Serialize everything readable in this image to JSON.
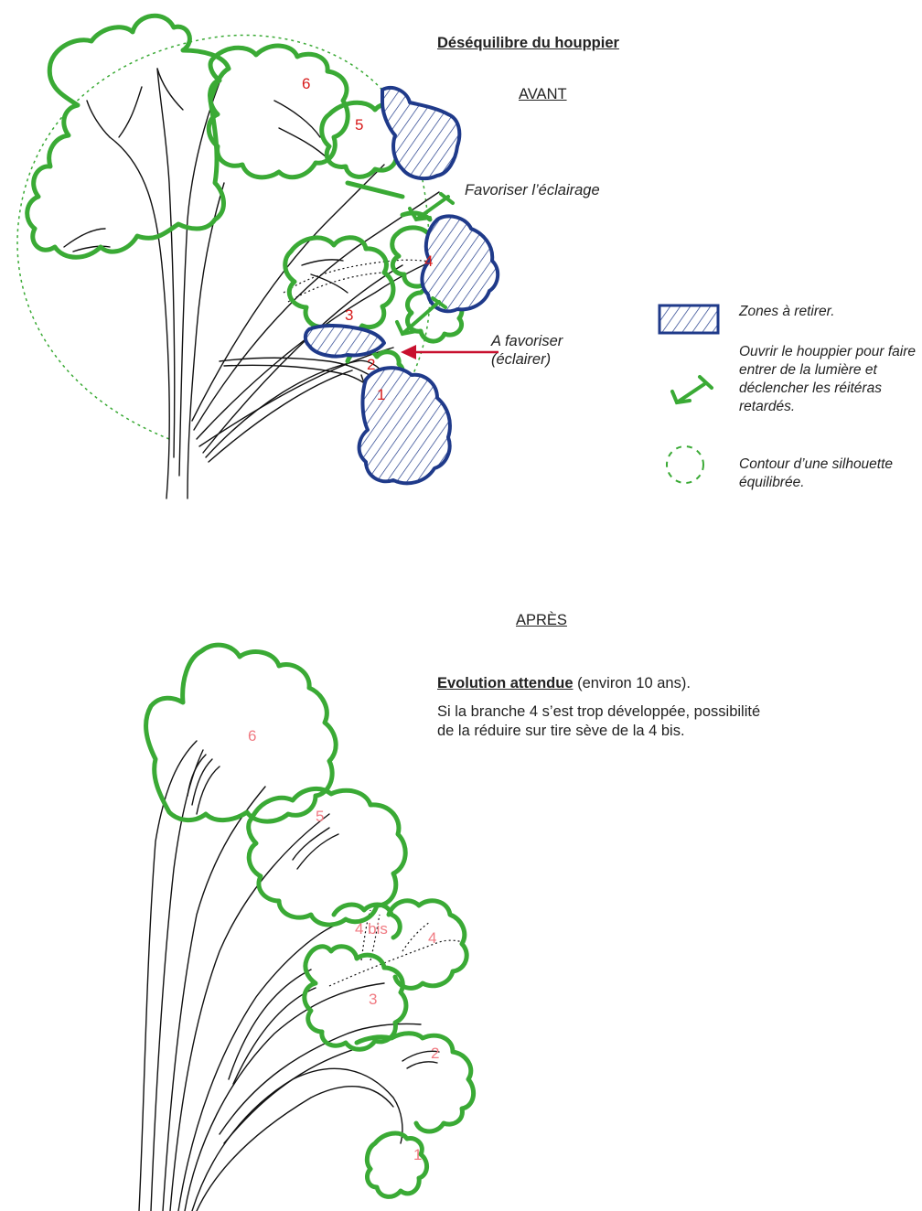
{
  "title": "Déséquilibre du houppier",
  "avant": {
    "heading": "AVANT",
    "annotation_eclairage": "Favoriser l’éclairage",
    "annotation_favoriser_1": "A favoriser",
    "annotation_favoriser_2": "(éclairer)",
    "branch_numbers": [
      "1",
      "2",
      "3",
      "4",
      "5",
      "6"
    ]
  },
  "legend": {
    "zones": "Zones à retirer.",
    "ouvrir": "Ouvrir le houppier pour faire entrer de la lumière et déclencher les réitéras retardés.",
    "contour": "Contour d’une silhouette équilibrée."
  },
  "apres": {
    "heading": "APRÈS",
    "evolution_label": "Evolution attendue",
    "evolution_suffix": " (environ 10 ans).",
    "evolution_text": "Si la branche 4 s’est trop développée, possibilité de la réduire sur tire sève de la 4 bis.",
    "branch_numbers": [
      "1",
      "2",
      "3",
      "4",
      "4 bis",
      "5",
      "6"
    ]
  },
  "colors": {
    "foliage": "#3aaa35",
    "remove_zone": "#1f3a8a",
    "arrow_red": "#c8102e",
    "number_red": "#d81c1c",
    "number_pink": "#f07a82"
  }
}
